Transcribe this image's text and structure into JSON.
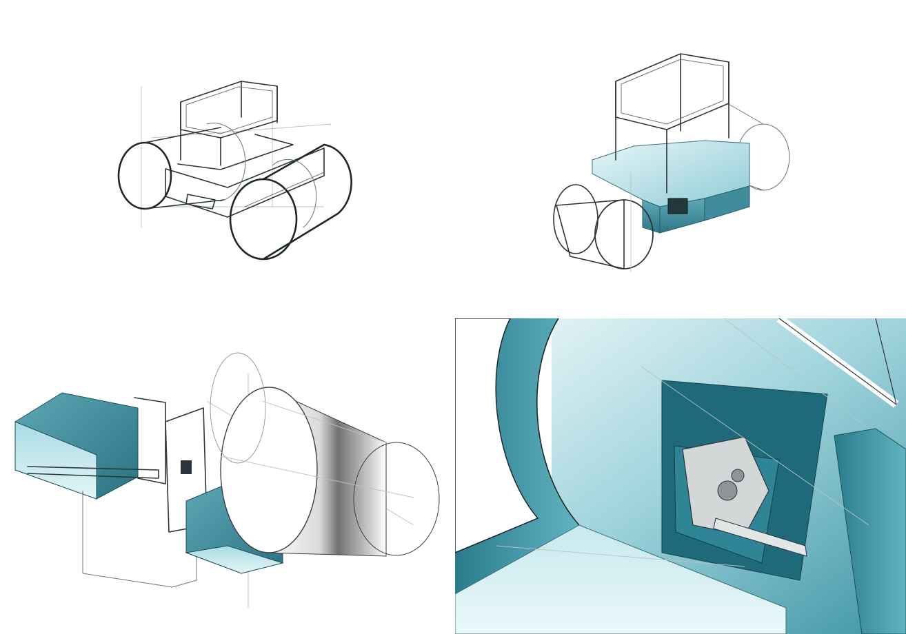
{
  "palette": {
    "background": "#ffffff",
    "ink": "#2b3438",
    "teal_dark": "#2f7f8f",
    "teal_mid": "#4f9fae",
    "teal_light": "#bfe4ea",
    "steel": "#c9cdcf"
  },
  "panels": [
    {
      "id": "rough-sketch",
      "render": "line-sketch"
    },
    {
      "id": "refined-sketch",
      "render": "partial-color"
    },
    {
      "id": "exploded-view",
      "render": "teal-and-chrome"
    },
    {
      "id": "latch-detail",
      "render": "teal-closeup"
    }
  ]
}
